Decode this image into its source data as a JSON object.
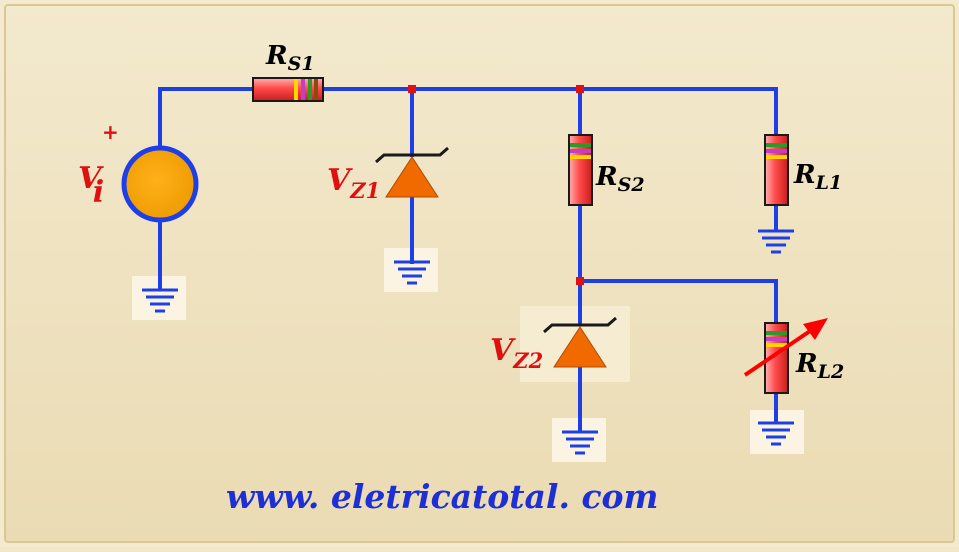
{
  "labels": {
    "rs1": {
      "main": "R",
      "sub": "S1"
    },
    "rs2": {
      "main": "R",
      "sub": "S2"
    },
    "rl1": {
      "main": "R",
      "sub": "L1"
    },
    "rl2": {
      "main": "R",
      "sub": "L2"
    },
    "vi": {
      "main": "V",
      "sub": "i",
      "polarity": "+"
    },
    "vz1": {
      "main": "V",
      "sub": "Z1"
    },
    "vz2": {
      "main": "V",
      "sub": "Z2"
    }
  },
  "footer": {
    "url": "www. eletricatotal. com"
  },
  "colors": {
    "background": "#f2e6c6",
    "wire": "#1f3fe6",
    "junction": "#e01010",
    "source_fill": "#f5a300",
    "zener_fill": "#f06a00",
    "resistor_fill": "#ff5050",
    "label_red": "#e01010",
    "url": "#1e2fd6"
  }
}
